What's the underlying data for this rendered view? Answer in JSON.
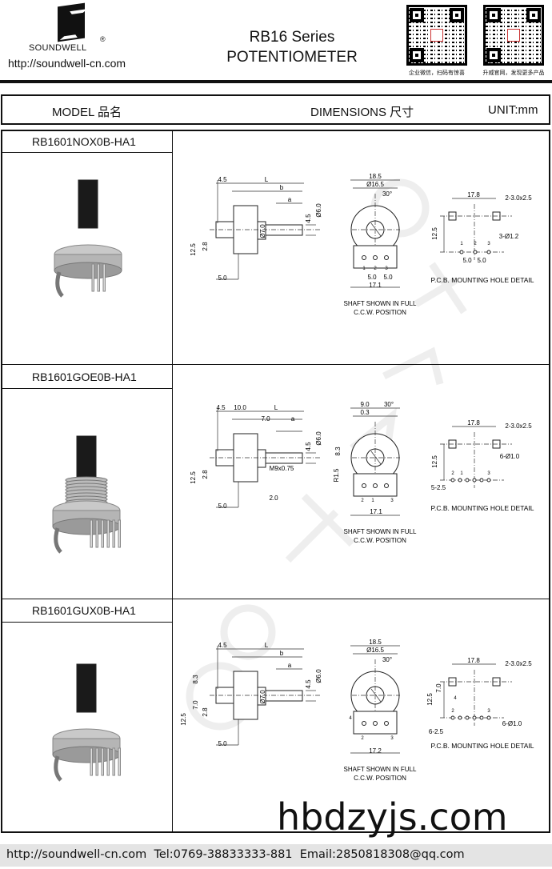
{
  "header": {
    "brand": "SOUNDWELL",
    "reg_mark": "®",
    "url": "http://soundwell-cn.com",
    "title_line1": "RB16 Series",
    "title_line2": "POTENTIOMETER",
    "qr": [
      {
        "caption": "企业微信，扫码有惊喜"
      },
      {
        "caption": "升威官网，发现更多产品"
      }
    ]
  },
  "table_header": {
    "model": "MODEL 品名",
    "dimensions": "DIMENSIONS 尺寸",
    "unit": "UNIT:mm"
  },
  "watermark": "SOUNDWELL",
  "rows": [
    {
      "model": "RB1601NOX0B-HA1",
      "side": [
        "4.5",
        "L",
        "b",
        "a",
        "4.5",
        "Ø6.0",
        "Ø7.0",
        "12.5",
        "2.8",
        "5.0"
      ],
      "front": [
        "18.5",
        "Ø16.5",
        "30°",
        "5.0",
        "5.0",
        "17.1",
        "1",
        "2",
        "3"
      ],
      "pcb": [
        "17.8",
        "2-3.0x2.5",
        "12.5",
        "3-Ø1.2",
        "5.0",
        "5.0",
        "1",
        "2",
        "3"
      ],
      "shaft_note": [
        "SHAFT SHOWN IN FULL",
        "C.C.W. POSITION"
      ],
      "pcb_title": "P.C.B. MOUNTING HOLE DETAIL"
    },
    {
      "model": "RB1601GOE0B-HA1",
      "side": [
        "4.5",
        "10.0",
        "L",
        "7.0",
        "a",
        "4.5",
        "Ø6.0",
        "12.5",
        "2.8",
        "5.0",
        "M9x0.75",
        "2.0"
      ],
      "front": [
        "9.0",
        "0.3",
        "30°",
        "8.3",
        "R1.5",
        "17.1",
        "2",
        "1",
        "3"
      ],
      "pcb": [
        "17.8",
        "2-3.0x2.5",
        "12.5",
        "6-Ø1.0",
        "5-2.5",
        "2",
        "1",
        "3"
      ],
      "shaft_note": [
        "SHAFT SHOWN IN FULL",
        "C.C.W. POSITION"
      ],
      "pcb_title": "P.C.B. MOUNTING HOLE DETAIL"
    },
    {
      "model": "RB1601GUX0B-HA1",
      "side": [
        "4.5",
        "L",
        "b",
        "a",
        "4.5",
        "Ø6.0",
        "Ø7.0",
        "8.3",
        "7.0",
        "12.5",
        "2.8",
        "5.0"
      ],
      "front": [
        "18.5",
        "Ø16.5",
        "30°",
        "17.2",
        "2",
        "3",
        "4"
      ],
      "pcb": [
        "17.8",
        "2-3.0x2.5",
        "12.5",
        "7.0",
        "6-Ø1.0",
        "6-2.5",
        "2",
        "3",
        "4"
      ],
      "shaft_note": [
        "SHAFT SHOWN IN FULL",
        "C.C.W. POSITION"
      ],
      "pcb_title": "P.C.B. MOUNTING HOLE DETAIL"
    }
  ],
  "footer": {
    "text": "http://soundwell-cn.com  Tel:0769-38833333-881  Email:2850818308@qq.com"
  },
  "overlay_text": "hbdzyjs.com"
}
